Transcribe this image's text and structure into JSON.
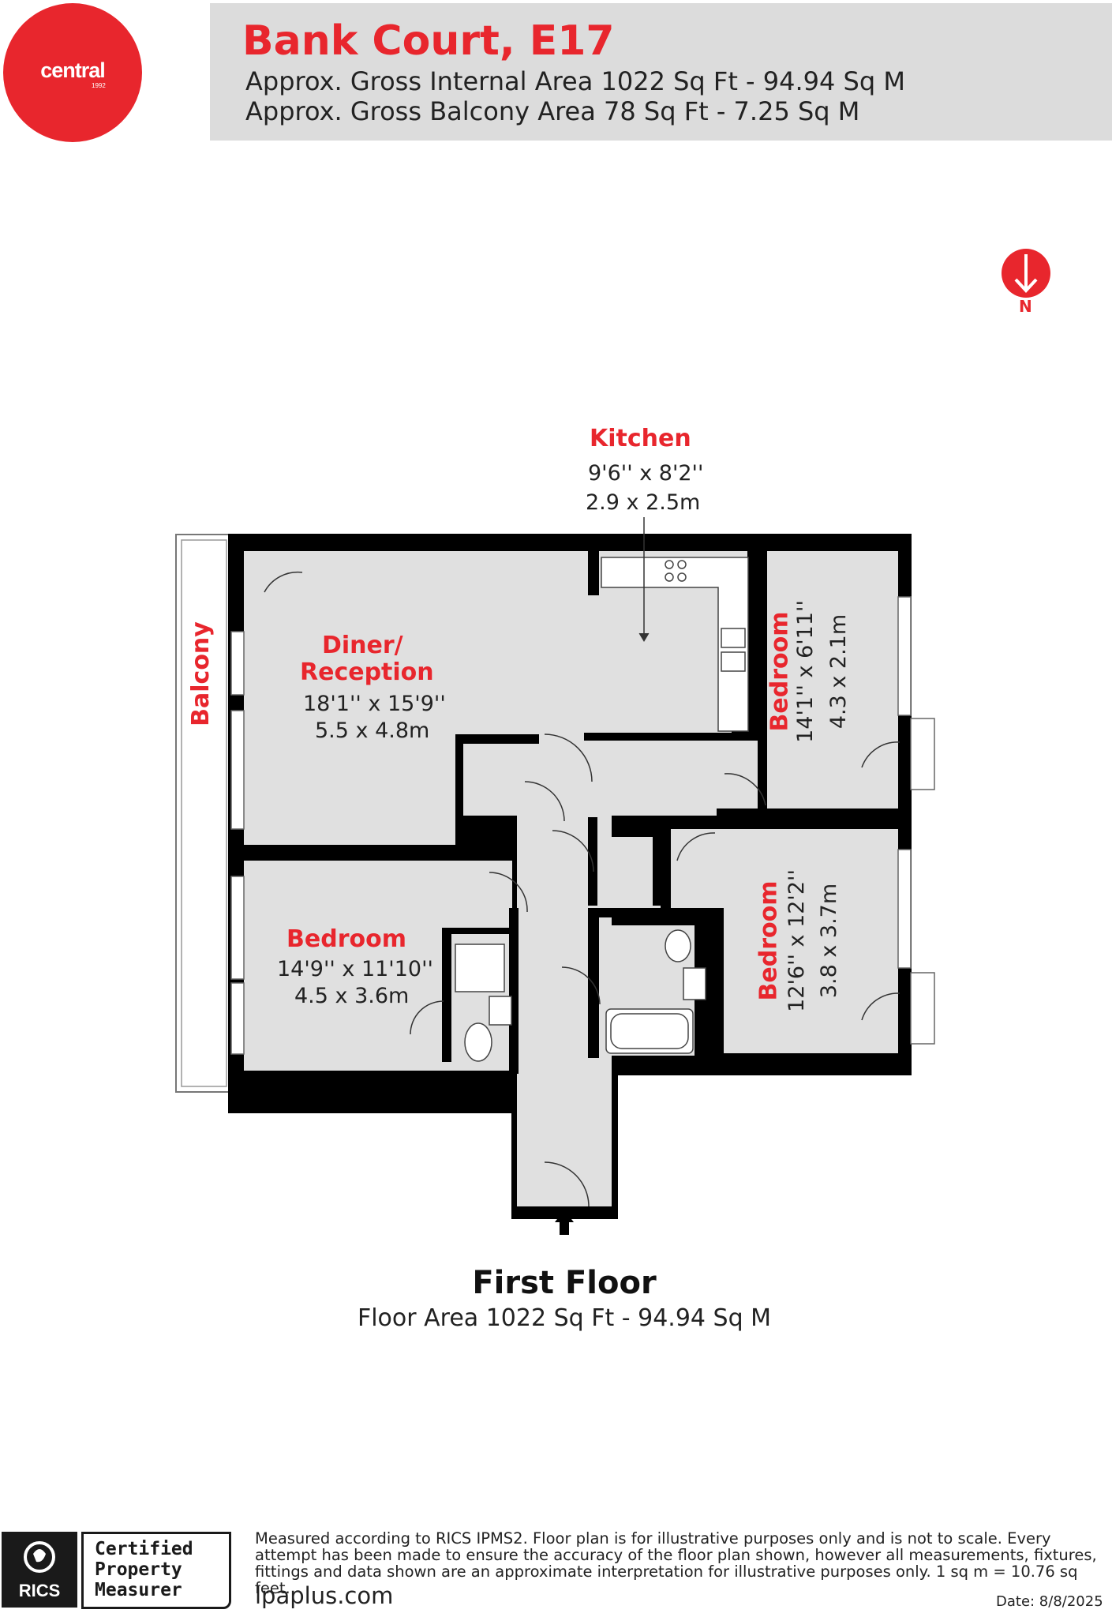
{
  "brand": {
    "logo_text": "central",
    "logo_year": "1992"
  },
  "header": {
    "title": "Bank Court, E17",
    "line1": "Approx. Gross Internal Area 1022 Sq Ft - 94.94 Sq M",
    "line2": "Approx. Gross Balcony Area 78 Sq Ft - 7.25 Sq M"
  },
  "compass": {
    "label": "N"
  },
  "rooms": {
    "kitchen": {
      "name": "Kitchen",
      "dim_imperial": "9'6'' x 8'2''",
      "dim_metric": "2.9 x 2.5m"
    },
    "diner": {
      "name_line1": "Diner/",
      "name_line2": "Reception",
      "dim_imperial": "18'1'' x 15'9''",
      "dim_metric": "5.5 x 4.8m"
    },
    "bedroom_left": {
      "name": "Bedroom",
      "dim_imperial": "14'9'' x 11'10''",
      "dim_metric": "4.5 x 3.6m"
    },
    "bedroom_top_right": {
      "name": "Bedroom",
      "dim_imperial": "14'1'' x 6'11''",
      "dim_metric": "4.3 x 2.1m"
    },
    "bedroom_bottom_right": {
      "name": "Bedroom",
      "dim_imperial": "12'6'' x 12'2''",
      "dim_metric": "3.8 x 3.7m"
    },
    "balcony": {
      "name": "Balcony"
    }
  },
  "floor": {
    "title": "First Floor",
    "area": "Floor Area 1022 Sq Ft - 94.94 Sq M"
  },
  "footer": {
    "rics_label": "RICS",
    "cert_line1": "Certified",
    "cert_line2": "Property",
    "cert_line3": "Measurer",
    "disclaimer": "Measured according to RICS IPMS2. Floor plan is for illustrative purposes only and is not to scale. Every attempt has been made to ensure the accuracy of the floor plan shown, however all measurements, fixtures, fittings and data shown are an approximate interpretation for illustrative purposes only. 1 sq m = 10.76 sq feet.",
    "website": "lpaplus.com",
    "date": "Date: 8/8/2025"
  },
  "colors": {
    "brand_red": "#e8262d",
    "wall": "#000000",
    "floor": "#e0e0e0",
    "header_bg": "#dcdcdc"
  }
}
